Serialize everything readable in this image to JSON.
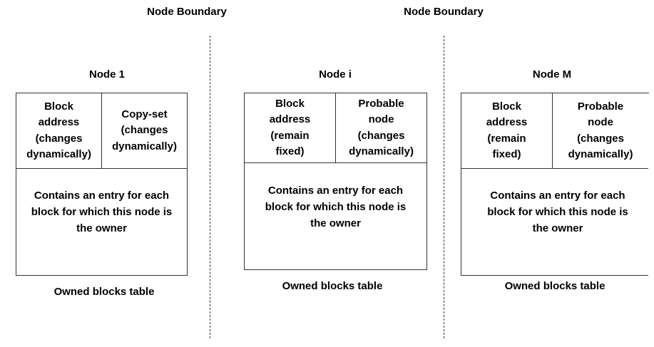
{
  "boundaries": [
    {
      "label": "Node Boundary"
    },
    {
      "label": "Node Boundary"
    }
  ],
  "nodes": [
    {
      "title": "Node 1",
      "col1": "Block\naddress\n(changes\ndynamically)",
      "col2": "Copy-set\n(changes\ndynamically)",
      "body": "Contains an entry for each\nblock  for which this node is\nthe owner",
      "caption": "Owned blocks table"
    },
    {
      "title": "Node i",
      "col1": "Block\naddress\n(remain\nfixed)",
      "col2": "Probable\nnode\n(changes\ndynamically)",
      "body": "Contains an entry for each\nblock for which this node is\nthe owner",
      "caption": "Owned blocks table"
    },
    {
      "title": "Node M",
      "col1": "Block\naddress\n(remain\nfixed)",
      "col2": "Probable\nnode\n(changes\ndynamically)",
      "body": "Contains an entry for each\nblock for which this node is\nthe owner",
      "caption": "Owned blocks table"
    }
  ]
}
